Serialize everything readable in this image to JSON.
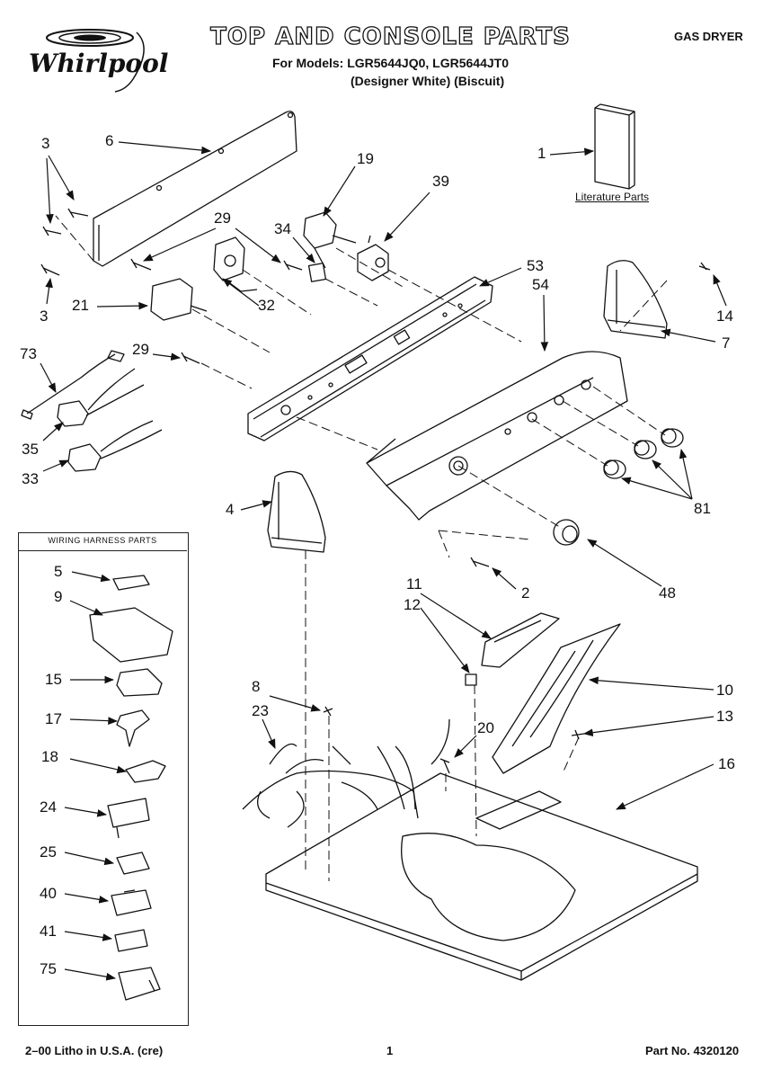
{
  "header": {
    "brand": "Whirlpool",
    "title": "TOP AND CONSOLE PARTS",
    "models_line": "For Models: LGR5644JQ0, LGR5644JT0",
    "colors_line": "(Designer White)   (Biscuit)",
    "product_type": "GAS DRYER"
  },
  "literature_label": "Literature Parts",
  "harness_box_title": "WIRING HARNESS PARTS",
  "callouts": {
    "c1": "1",
    "c2": "2",
    "c3a": "3",
    "c3b": "3",
    "c4": "4",
    "c5": "5",
    "c6": "6",
    "c7": "7",
    "c8": "8",
    "c9": "9",
    "c10": "10",
    "c11": "11",
    "c12": "12",
    "c13": "13",
    "c14": "14",
    "c15": "15",
    "c16": "16",
    "c17": "17",
    "c18": "18",
    "c19": "19",
    "c20": "20",
    "c21": "21",
    "c23": "23",
    "c24": "24",
    "c25": "25",
    "c29a": "29",
    "c29b": "29",
    "c32": "32",
    "c33": "33",
    "c34": "34",
    "c35": "35",
    "c39": "39",
    "c40": "40",
    "c41": "41",
    "c48": "48",
    "c53": "53",
    "c54": "54",
    "c73": "73",
    "c75": "75",
    "c81": "81"
  },
  "footer": {
    "left": "2–00 Litho in U.S.A. (cre)",
    "page": "1",
    "right": "Part No. 4320120"
  }
}
